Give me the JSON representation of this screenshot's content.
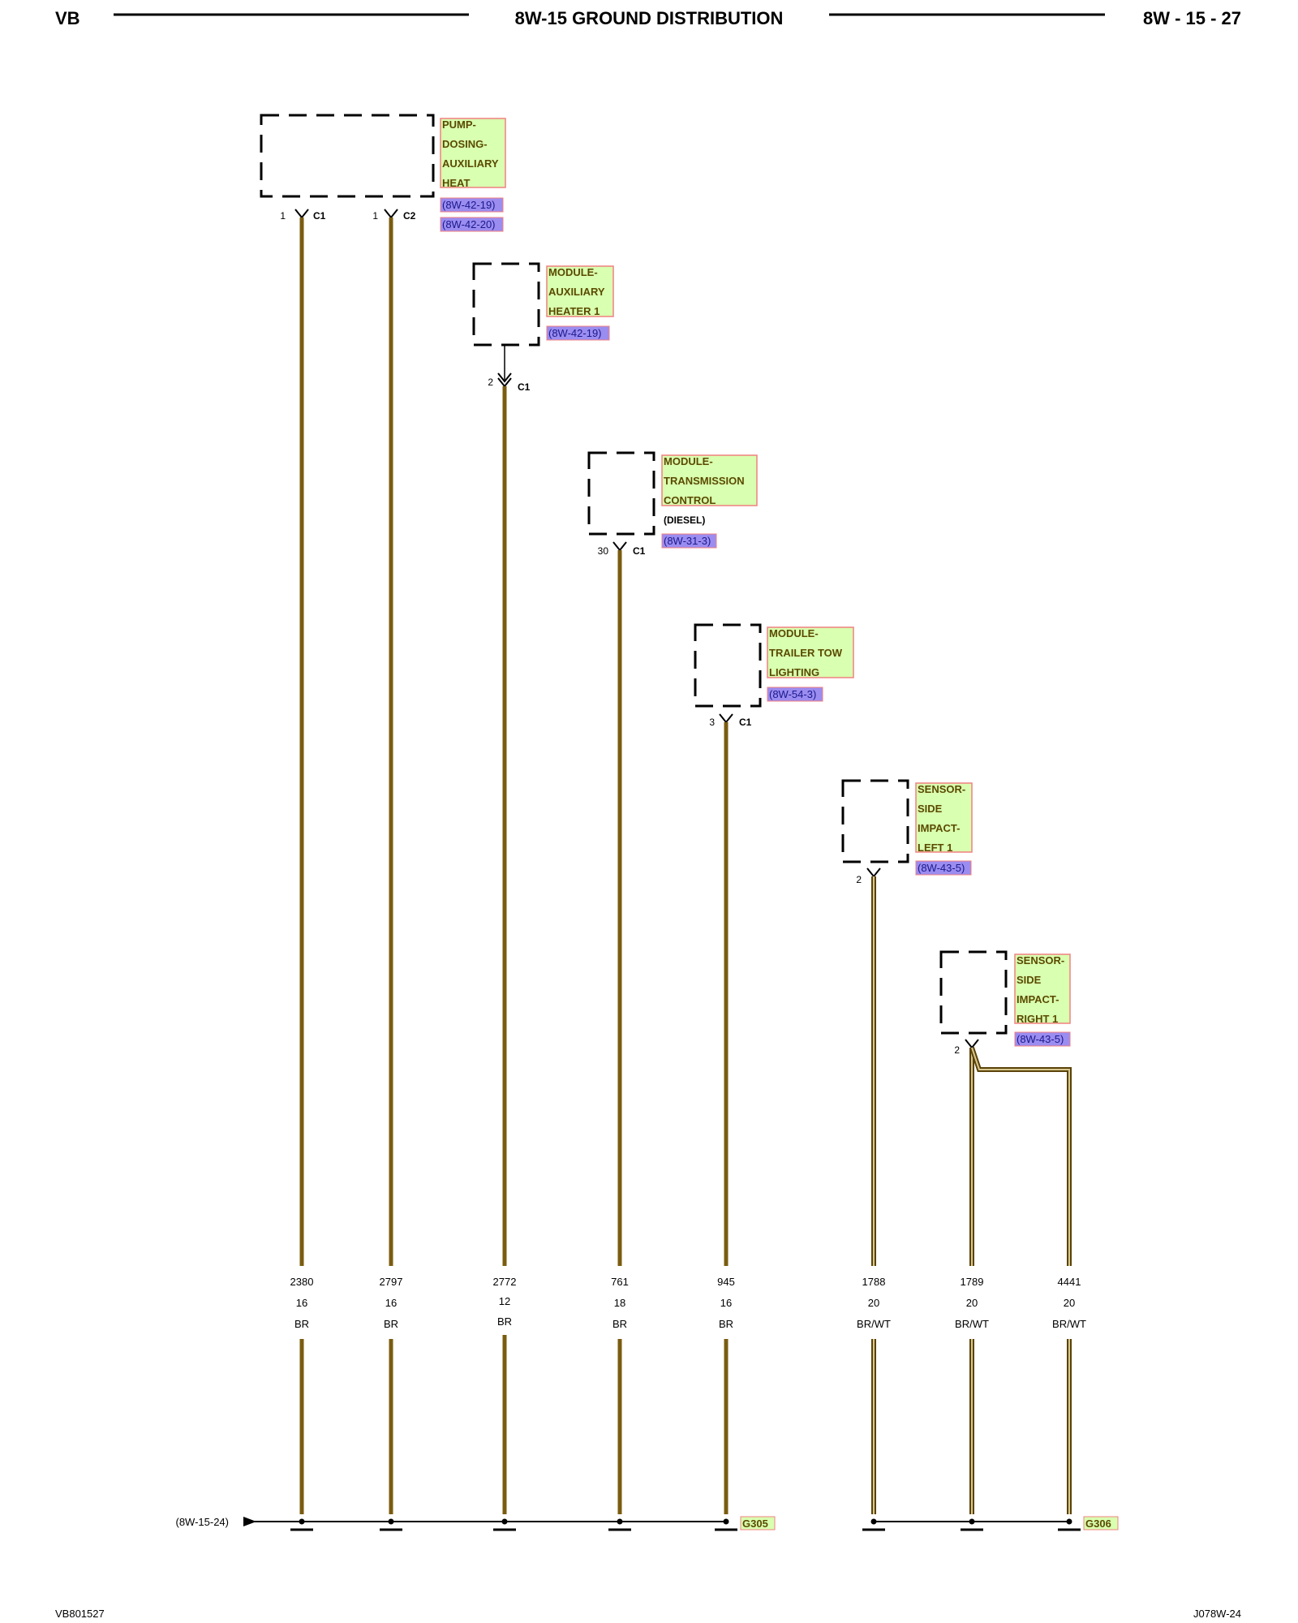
{
  "header": {
    "left": "VB",
    "title": "8W-15 GROUND DISTRIBUTION",
    "right": "8W - 15 - 27"
  },
  "components": [
    {
      "name_lines": [
        "PUMP-",
        "DOSING-",
        "AUXILIARY",
        "HEAT"
      ],
      "refs": [
        "(8W-42-19)",
        "(8W-42-20)"
      ],
      "note": ""
    },
    {
      "name_lines": [
        "MODULE-",
        "AUXILIARY",
        "HEATER 1"
      ],
      "refs": [
        "(8W-42-19)"
      ],
      "note": ""
    },
    {
      "name_lines": [
        "MODULE-",
        "TRANSMISSION",
        "CONTROL"
      ],
      "refs": [
        "(8W-31-3)"
      ],
      "note": "(DIESEL)"
    },
    {
      "name_lines": [
        "MODULE-",
        "TRAILER TOW",
        "LIGHTING"
      ],
      "refs": [
        "(8W-54-3)"
      ],
      "note": ""
    },
    {
      "name_lines": [
        "SENSOR-",
        "SIDE",
        "IMPACT-",
        "LEFT 1"
      ],
      "refs": [
        "(8W-43-5)"
      ],
      "note": ""
    },
    {
      "name_lines": [
        "SENSOR-",
        "SIDE",
        "IMPACT-",
        "RIGHT 1"
      ],
      "refs": [
        "(8W-43-5)"
      ],
      "note": ""
    }
  ],
  "pins": [
    {
      "pin": "1",
      "connector": "C1"
    },
    {
      "pin": "1",
      "connector": "C2"
    },
    {
      "pin": "2",
      "connector": "C1"
    },
    {
      "pin": "30",
      "connector": "C1"
    },
    {
      "pin": "3",
      "connector": "C1"
    },
    {
      "pin": "2",
      "connector": ""
    },
    {
      "pin": "2",
      "connector": ""
    }
  ],
  "wires": [
    {
      "circuit": "2380",
      "gauge": "16",
      "color": "BR"
    },
    {
      "circuit": "2797",
      "gauge": "16",
      "color": "BR"
    },
    {
      "circuit": "2772",
      "gauge": "12",
      "color": "BR"
    },
    {
      "circuit": "761",
      "gauge": "18",
      "color": "BR"
    },
    {
      "circuit": "945",
      "gauge": "16",
      "color": "BR"
    },
    {
      "circuit": "1788",
      "gauge": "20",
      "color": "BR/WT"
    },
    {
      "circuit": "1789",
      "gauge": "20",
      "color": "BR/WT"
    },
    {
      "circuit": "4441",
      "gauge": "20",
      "color": "BR/WT"
    }
  ],
  "grounds": [
    "G305",
    "G306"
  ],
  "continuation_ref": "(8W-15-24)",
  "footer": {
    "left": "VB801527",
    "right": "J078W-24"
  },
  "colors": {
    "wire_brown": "#7a5c10",
    "wire_brown_white": "#8a6a20",
    "label_fill": "#d9ffb0",
    "label_border": "#f08080",
    "ref_fill": "#9b8cf0"
  }
}
